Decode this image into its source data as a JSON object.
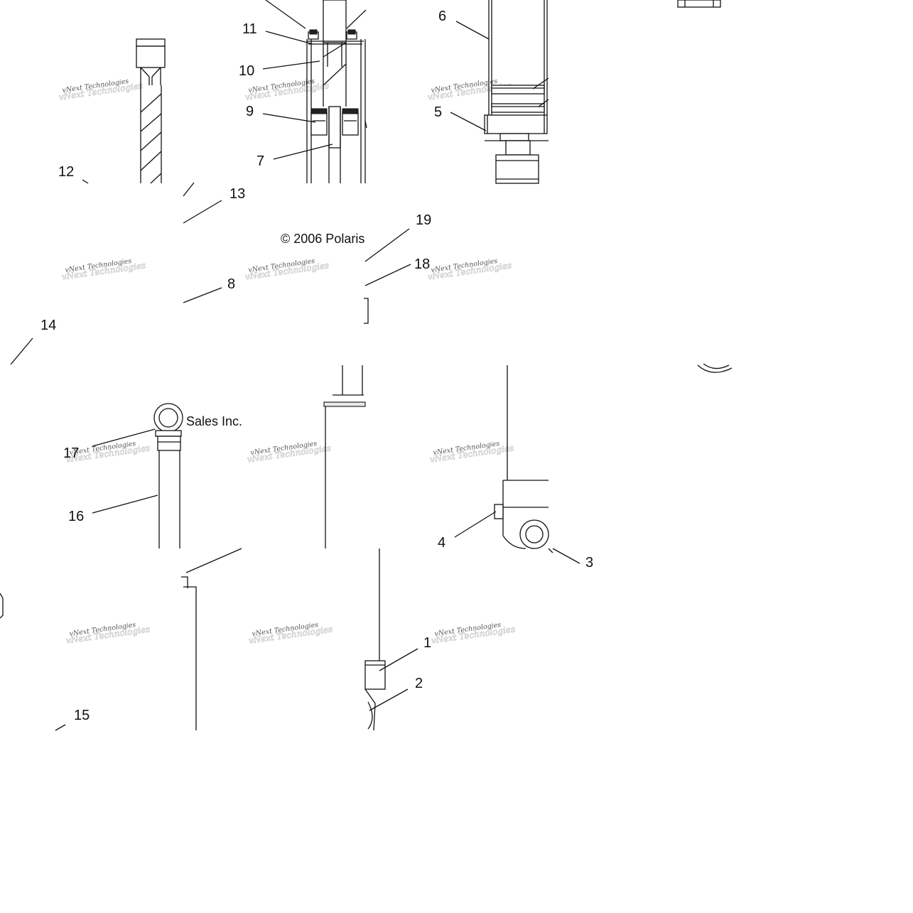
{
  "callouts": [
    "1",
    "2",
    "3",
    "4",
    "5",
    "6",
    "7",
    "8",
    "9",
    "10",
    "11",
    "12",
    "13",
    "14",
    "15",
    "16",
    "17",
    "18",
    "19"
  ],
  "copyright": "© 2006 Polaris",
  "sales_text": "Sales Inc.",
  "watermark": {
    "line1": "vNext Technologies",
    "line2": "vNext Technologies"
  }
}
